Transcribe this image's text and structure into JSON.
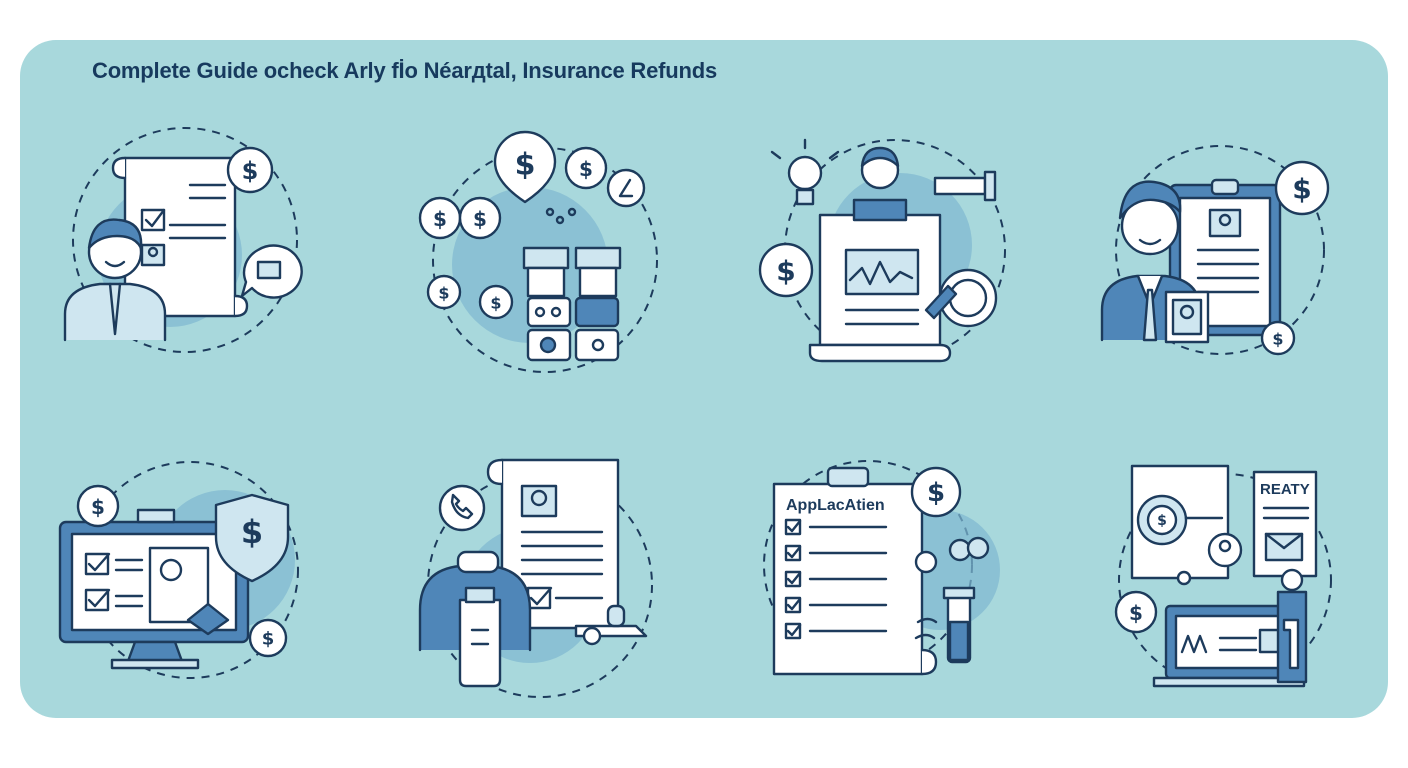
{
  "title": "Complete Guide oсheck Arly fİo Néarдtal, Insurance Refunds",
  "currency_symbol": "$",
  "illustrations": [
    {
      "name": "advisor-with-claim-document"
    },
    {
      "name": "coins-and-jars"
    },
    {
      "name": "report-with-lightbulb-and-tools"
    },
    {
      "name": "person-with-id-clipboard"
    },
    {
      "name": "computer-checklist-shield"
    },
    {
      "name": "patient-with-documents"
    },
    {
      "name": "application-checklist",
      "label": "AppLacAtien"
    },
    {
      "name": "realty-documents-laptop",
      "label": "REATY"
    }
  ],
  "colors": {
    "panel": "#a8d8dc",
    "ink": "#1d3b5c",
    "accent_blue": "#4f86b8",
    "light_blue": "#cfe6f0",
    "blob": "#7fb8d0"
  }
}
